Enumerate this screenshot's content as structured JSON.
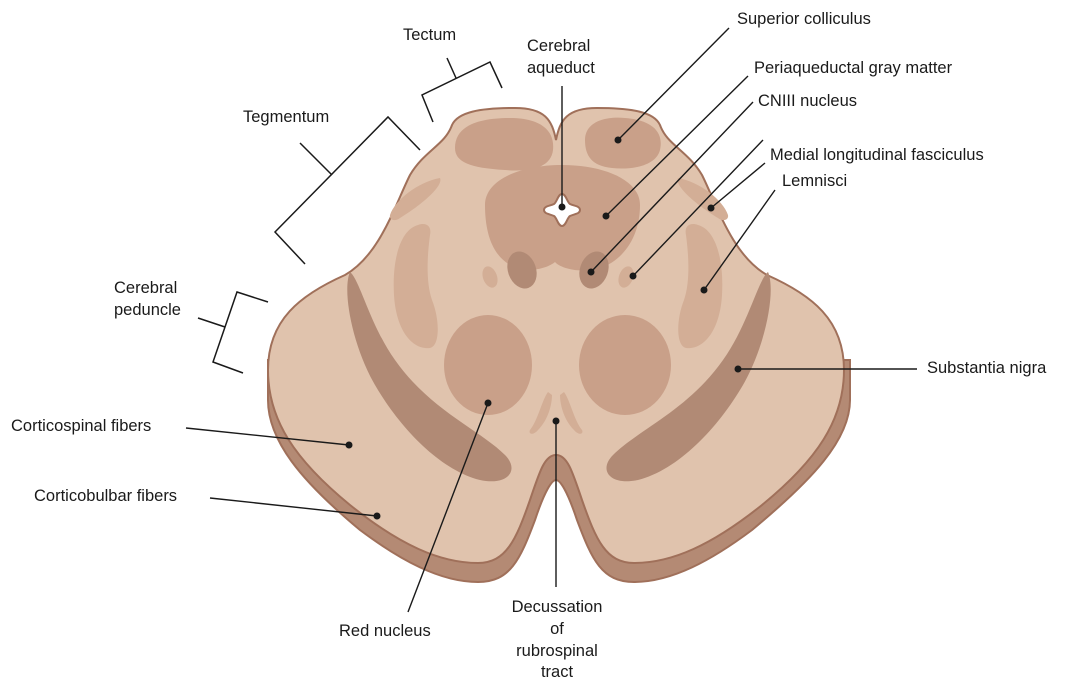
{
  "labels": {
    "tectum": "Tectum",
    "cerebral_aqueduct_1": "Cerebral",
    "cerebral_aqueduct_2": "aqueduct",
    "superior_colliculus": "Superior colliculus",
    "periaqueductal": "Periaqueductal gray matter",
    "cniii": "CNIII nucleus",
    "mlf": "Medial longitudinal fasciculus",
    "lemnisci": "Lemnisci",
    "tegmentum": "Tegmentum",
    "cerebral_peduncle_1": "Cerebral",
    "cerebral_peduncle_2": "peduncle",
    "substantia_nigra": "Substantia nigra",
    "corticospinal": "Corticospinal fibers",
    "corticobulbar": "Corticobulbar fibers",
    "red_nucleus": "Red nucleus",
    "decussation_1": "Decussation",
    "decussation_2": "of",
    "decussation_3": "rubrospinal",
    "decussation_4": "tract"
  },
  "colors": {
    "base": "#e0c3ad",
    "outline": "#a0705a",
    "shadow": "#b48a74",
    "light_region": "#d3ae96",
    "mid_region": "#c9a089",
    "dark_region": "#b18a75",
    "darker_region": "#a57d68"
  }
}
